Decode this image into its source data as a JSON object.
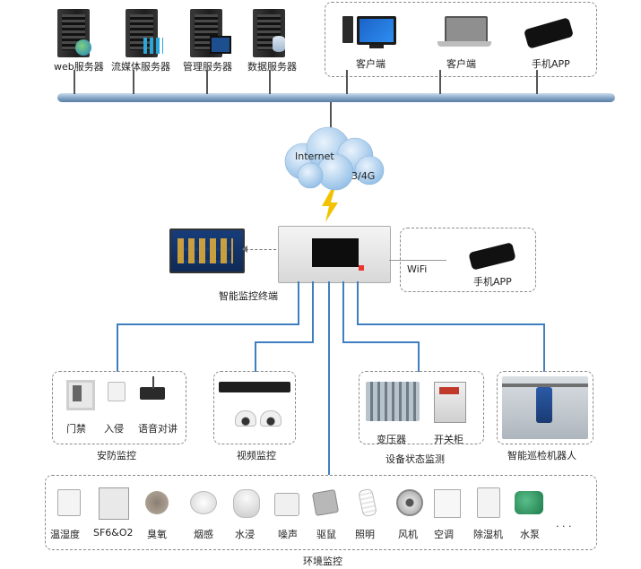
{
  "servers": {
    "web": "web服务器",
    "media": "流媒体服务器",
    "manage": "管理服务器",
    "data": "数据服务器"
  },
  "clients": {
    "pc": "客户端",
    "laptop": "客户端",
    "phone": "手机APP"
  },
  "cloud": {
    "internet": "Internet",
    "mobile": "3/4G"
  },
  "terminal": {
    "label": "智能监控终端",
    "wifi": "WiFi",
    "phone_app": "手机APP"
  },
  "security": {
    "title": "安防监控",
    "items": [
      "门禁",
      "入侵",
      "语音对讲"
    ]
  },
  "video": {
    "title": "视频监控"
  },
  "equipment": {
    "title": "设备状态监测",
    "items": [
      "变压器",
      "开关柜"
    ]
  },
  "robot": {
    "title": "智能巡检机器人"
  },
  "environment": {
    "title": "环境监控",
    "items": [
      "温湿度",
      "SF6&O2",
      "臭氧",
      "烟感",
      "水浸",
      "噪声",
      "驱鼠",
      "照明",
      "风机",
      "空调",
      "除湿机",
      "水泵"
    ],
    "more": ". . ."
  },
  "colors": {
    "wire": "#3f7fbf",
    "bus": "#7d9fc0",
    "cloud": "#6fa8dc",
    "lightning": "#f2c200"
  }
}
